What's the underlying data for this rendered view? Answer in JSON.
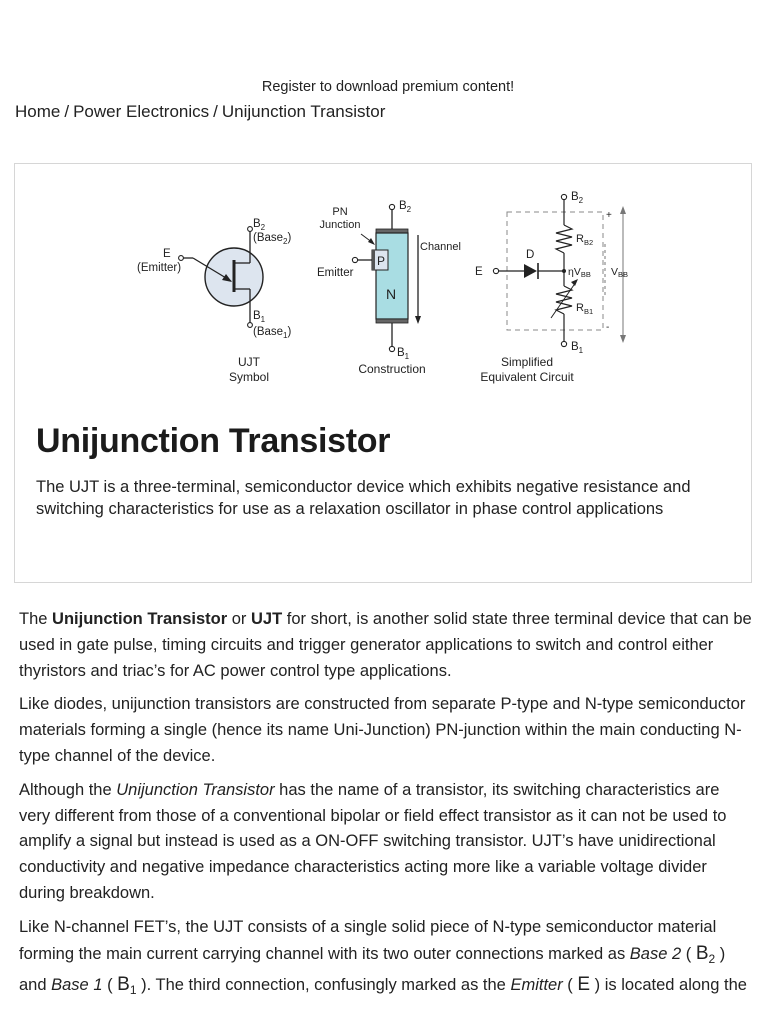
{
  "header": {
    "register_text": "Register to download premium content!"
  },
  "breadcrumb": {
    "items": [
      "Home",
      "Power Electronics",
      "Unijunction Transistor"
    ],
    "separator": "/"
  },
  "figure": {
    "symbol": {
      "e_label": "E",
      "emitter_label": "(Emitter)",
      "b2_label": "B",
      "b2_sub": "2",
      "base2_label": "(Base",
      "base2_sub": "2",
      "b1_label": "B",
      "b1_sub": "1",
      "base1_label": "(Base",
      "base1_sub": "1",
      "caption_line1": "UJT",
      "caption_line2": "Symbol"
    },
    "construction": {
      "b2_label": "B",
      "b2_sub": "2",
      "pn_line1": "PN",
      "pn_line2": "Junction",
      "channel_label": "Channel",
      "p_label": "P",
      "n_label": "N",
      "emitter_label": "Emitter",
      "b1_label": "B",
      "b1_sub": "1",
      "caption": "Construction"
    },
    "equivalent": {
      "b2_label": "B",
      "b2_sub": "2",
      "rb2_label": "R",
      "rb2_sub": "B2",
      "d_label": "D",
      "e_label": "E",
      "eta_label": "ηV",
      "eta_sub": "BB",
      "vbb_label": "V",
      "vbb_sub": "BB",
      "rb1_label": "R",
      "rb1_sub": "B1",
      "b1_label": "B",
      "b1_sub": "1",
      "plus_label": "+",
      "minus_label": "-",
      "caption_line1": "Simplified",
      "caption_line2": "Equivalent Circuit"
    }
  },
  "card": {
    "title": "Unijunction Transistor",
    "description": "The UJT is a three-terminal, semiconductor device which exhibits negative resistance and switching characteristics for use as a relaxation oscillator in phase control applications"
  },
  "article": {
    "p1": {
      "t1": "The ",
      "b1": "Unijunction Transistor",
      "t2": " or ",
      "b2": "UJT",
      "t3": " for short, is another solid state three terminal device that can be used in gate pulse, timing circuits and trigger generator applications to switch and control either thyristors and triac’s for AC power control type applications."
    },
    "p2": "Like diodes, unijunction transistors are constructed from separate P-type and N-type semiconductor materials forming a single (hence its name Uni-Junction) PN-junction within the main conducting N-type channel of the device.",
    "p3": {
      "t1": "Although the ",
      "i1": "Unijunction Transistor",
      "t2": " has the name of a transistor, its switching characteristics are very different from those of a conventional bipolar or field effect transistor as it can not be used to amplify a signal but instead is used as a ON-OFF switching transistor. UJT’s have unidirectional conductivity and negative impedance characteristics acting more like a variable voltage divider during breakdown."
    },
    "p4": {
      "t1": "Like N-channel FET’s, the UJT consists of a single solid piece of N-type semiconductor material forming the main current carrying channel with its two outer connections marked as ",
      "i1": "Base 2",
      "t2": " ( ",
      "sym1": "B",
      "sub1": "2",
      "t3": " ) and ",
      "i2": "Base 1",
      "t4": " ( ",
      "sym2": "B",
      "sub2": "1",
      "t5": " ). The third connection, confusingly marked as the ",
      "i3": "Emitter",
      "t6": " ( ",
      "sym3": "E",
      "t7": " ) is located along the"
    }
  },
  "colors": {
    "channel_fill": "#a9dde3",
    "symbol_fill": "#dde5ef",
    "text": "#222222",
    "card_border": "#d6d6d6"
  }
}
